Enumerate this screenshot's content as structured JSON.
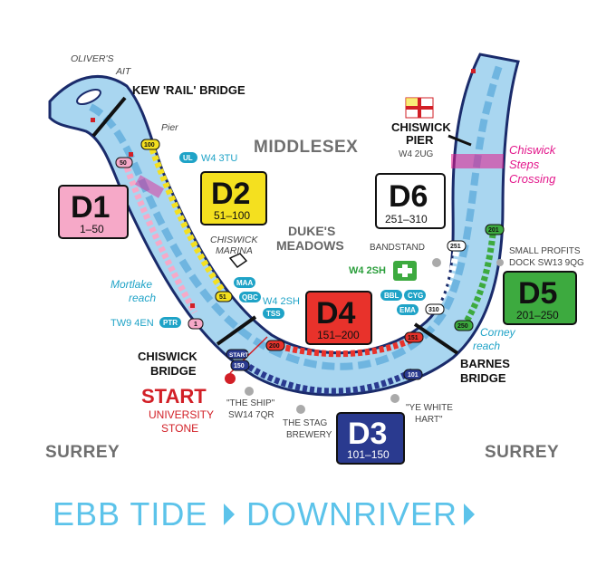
{
  "regions": {
    "middlesex": "MIDDLESEX",
    "surrey_left": "SURREY",
    "surrey_right": "SURREY"
  },
  "places": {
    "olivers_ait_1": "OLIVER'S",
    "olivers_ait_2": "AIT",
    "kew_bridge": "KEW 'RAIL' BRIDGE",
    "pier": "Pier",
    "chiswick_pier_1": "CHISWICK",
    "chiswick_pier_2": "PIER",
    "chiswick_pier_3": "W4 2UG",
    "chiswick_steps_1": "Chiswick",
    "chiswick_steps_2": "Steps",
    "chiswick_steps_3": "Crossing",
    "dukes_1": "DUKE'S",
    "dukes_2": "MEADOWS",
    "chiswick_marina_1": "CHISWICK",
    "chiswick_marina_2": "MARINA",
    "bandstand": "BANDSTAND",
    "small_profits_1": "SMALL PROFITS",
    "small_profits_2": "DOCK SW13 9QG",
    "mortlake_1": "Mortlake",
    "mortlake_2": "reach",
    "corney_1": "Corney",
    "corney_2": "reach",
    "tw9": "TW9 4EN",
    "w4_3tu": "W4 3TU",
    "w4_2sh_cyan": "W4 2SH",
    "w4_2sh_green": "W4 2SH",
    "chiswick_bridge_1": "CHISWICK",
    "chiswick_bridge_2": "BRIDGE",
    "barnes_bridge_1": "BARNES",
    "barnes_bridge_2": "BRIDGE",
    "start": "START",
    "university_1": "UNIVERSITY",
    "university_2": "STONE",
    "the_ship_1": "\"THE SHIP\"",
    "the_ship_2": "SW14 7QR",
    "stag_1": "THE STAG",
    "stag_2": "BREWERY",
    "white_hart_1": "\"YE WHITE",
    "white_hart_2": "HART\""
  },
  "badges": {
    "ul": "UL",
    "maa": "MAA",
    "qbc": "QBC",
    "tss": "TSS",
    "ptr": "PTR",
    "bbl": "BBL",
    "cyg": "CYG",
    "ema": "EMA"
  },
  "markers": {
    "m50": "50",
    "m100": "100",
    "m51": "51",
    "m1": "1",
    "m150": "150",
    "m200": "200",
    "m101": "101",
    "m151": "151",
    "m251": "251",
    "m310": "310",
    "m201": "201",
    "m250": "250",
    "start_tag": "START"
  },
  "zones": [
    {
      "code": "D1",
      "range": "1–50",
      "fill": "#f6a9c8",
      "text": "#111111"
    },
    {
      "code": "D2",
      "range": "51–100",
      "fill": "#f4e01f",
      "text": "#111111"
    },
    {
      "code": "D3",
      "range": "101–150",
      "fill": "#2a3a8f",
      "text": "#ffffff"
    },
    {
      "code": "D4",
      "range": "151–200",
      "fill": "#e8322b",
      "text": "#111111"
    },
    {
      "code": "D5",
      "range": "201–250",
      "fill": "#3daa3f",
      "text": "#111111"
    },
    {
      "code": "D6",
      "range": "251–310",
      "fill": "#ffffff",
      "text": "#111111"
    }
  ],
  "footer": {
    "left": "EBB TIDE",
    "right": "DOWNRIVER"
  },
  "colors": {
    "river": "#a9d6f0",
    "river_dark": "#6fb5e0",
    "bank": "#1a2b6b",
    "accent": "#5cc3ea",
    "start_red": "#d21f26"
  },
  "icons": {
    "first_aid": "green-cross-icon",
    "lifeboat_flag": "rnli-flag-icon"
  }
}
